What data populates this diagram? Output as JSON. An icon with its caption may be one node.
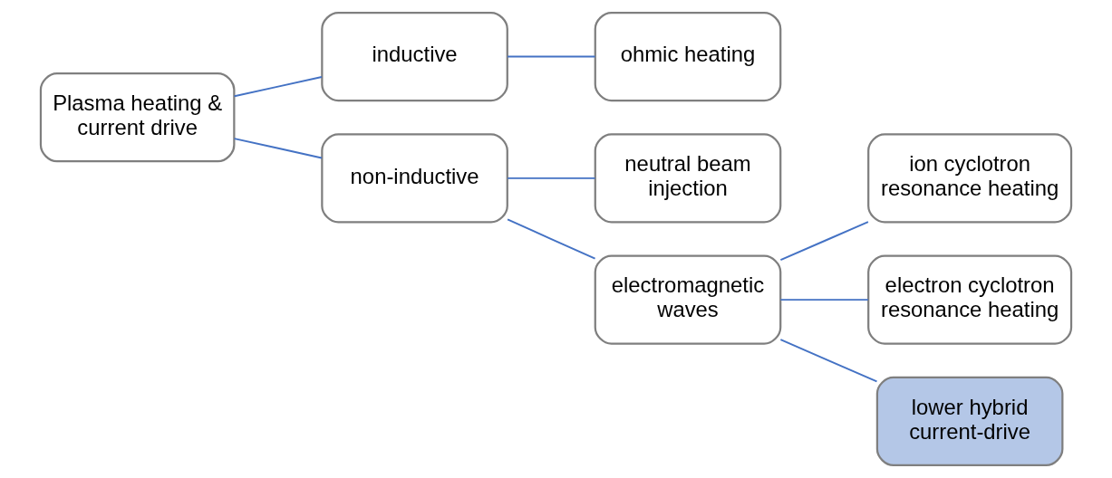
{
  "diagram": {
    "nodes": [
      {
        "text": [
          "Plasma heating & current drive"
        ]
      },
      {
        "text": [
          "inductive"
        ]
      },
      {
        "text": [
          "ohmic heating"
        ]
      },
      {
        "text": [
          "non-inductive"
        ]
      },
      {
        "text": [
          "neutral beam injection"
        ]
      },
      {
        "text": [
          "electromagnetic waves"
        ]
      },
      {
        "text": [
          "ion cyclotron resonance heating"
        ]
      },
      {
        "text": [
          "electron cyclotron resonance heating"
        ]
      },
      {
        "text": [
          "lower hybrid current-drive"
        ]
      }
    ],
    "edges": [
      {
        "from": 0,
        "to": 1,
        "arrow": "none"
      },
      {
        "from": 0,
        "to": 3,
        "arrow": "none"
      },
      {
        "from": 1,
        "to": 2,
        "arrow": "none"
      },
      {
        "from": 3,
        "to": 4,
        "arrow": "none"
      },
      {
        "from": 3,
        "to": 5,
        "arrow": "none"
      },
      {
        "from": 5,
        "to": 6,
        "arrow": "none"
      },
      {
        "from": 5,
        "to": 7,
        "arrow": "none"
      },
      {
        "from": 5,
        "to": 8,
        "arrow": "none"
      }
    ]
  }
}
